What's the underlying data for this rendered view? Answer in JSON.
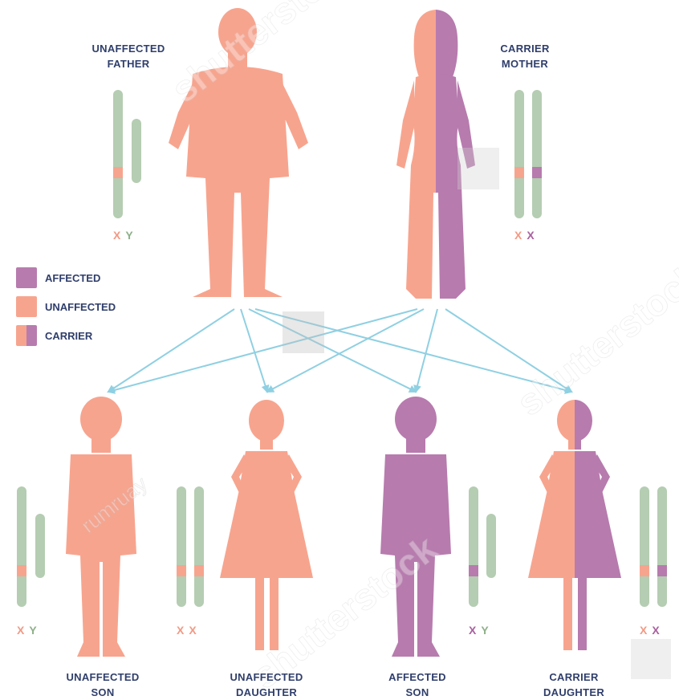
{
  "colors": {
    "affected": "#b77bae",
    "unaffected": "#f7a48e",
    "chromosome": "#b5cdb2",
    "arrow": "#8fd0e2",
    "label_text": "#2f3e6b",
    "x_unaffected": "#f29a84",
    "x_affected": "#a9619f",
    "y_mark": "#8fb08a"
  },
  "legend": [
    {
      "label": "AFFECTED",
      "status": "affected"
    },
    {
      "label": "UNAFFECTED",
      "status": "unaffected"
    },
    {
      "label": "CARRIER",
      "status": "carrier"
    }
  ],
  "parents": {
    "father": {
      "line1": "UNAFFECTED",
      "line2": "FATHER",
      "chr1": "X",
      "chr2": "Y",
      "status": "unaffected"
    },
    "mother": {
      "line1": "CARRIER",
      "line2": "MOTHER",
      "chr1": "X",
      "chr2": "X",
      "status": "carrier"
    }
  },
  "children": [
    {
      "line1": "UNAFFECTED",
      "line2": "SON",
      "chr1": "X",
      "chr2": "Y",
      "status": "unaffected"
    },
    {
      "line1": "UNAFFECTED",
      "line2": "DAUGHTER",
      "chr1": "X",
      "chr2": "X",
      "status": "unaffected"
    },
    {
      "line1": "AFFECTED",
      "line2": "SON",
      "chr1": "X",
      "chr2": "Y",
      "status": "affected"
    },
    {
      "line1": "CARRIER",
      "line2": "DAUGHTER",
      "chr1": "X",
      "chr2": "X",
      "status": "carrier"
    }
  ],
  "watermarks": [
    "shutterstock",
    "rumruay"
  ]
}
